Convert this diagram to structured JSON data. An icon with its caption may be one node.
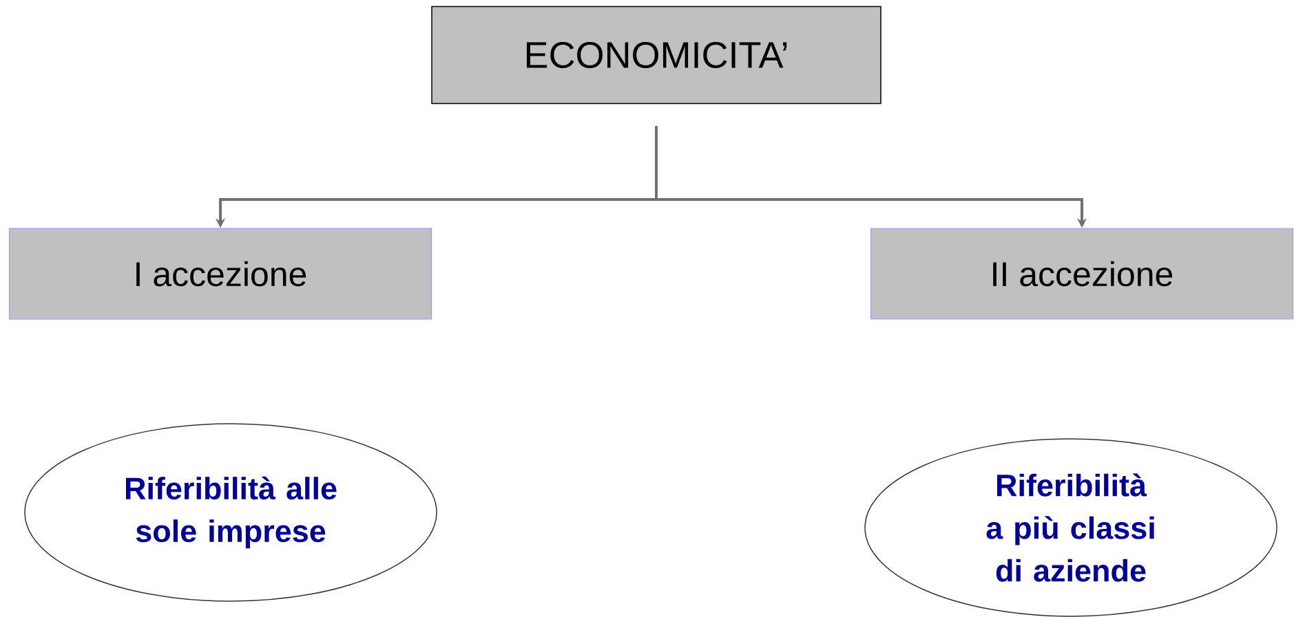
{
  "diagram": {
    "nodes": [
      {
        "text": [
          "ECONOMICITA’"
        ]
      },
      {
        "text": [
          "I accezione"
        ]
      },
      {
        "text": [
          "II accezione"
        ]
      },
      {
        "text": [
          "Riferibilità alle sole imprese"
        ]
      },
      {
        "text": [
          "Riferibilità a più classi di aziende"
        ]
      }
    ],
    "edges": [
      {
        "from": 0,
        "to": 1,
        "arrow": "to"
      },
      {
        "from": 0,
        "to": 2,
        "arrow": "to"
      }
    ]
  }
}
